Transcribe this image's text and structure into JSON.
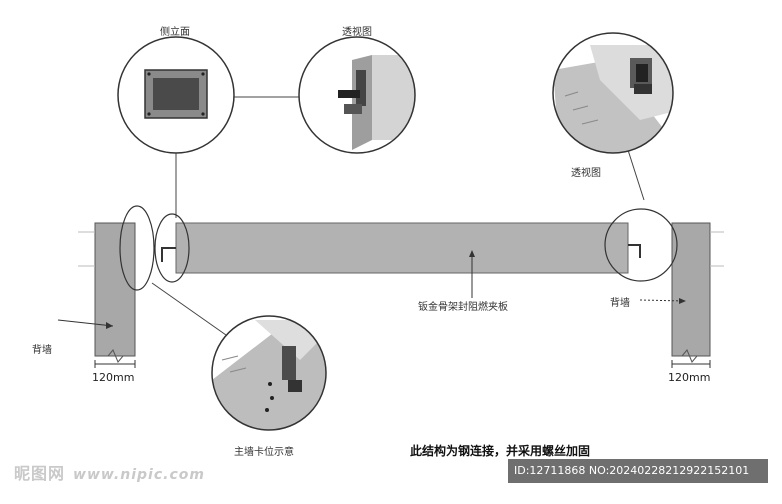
{
  "labels": {
    "side_elevation": "侧立面",
    "perspective_top": "透视图",
    "perspective_right": "透视图",
    "panel": "钣金骨架封阻燃夹板",
    "back_wall_left": "背墙",
    "back_wall_right": "背墙",
    "dim_left": "120mm",
    "dim_right": "120mm",
    "main_wall_slot": "主墙卡位示意",
    "connection_note": "此结构为钢连接，并采用螺丝加固"
  },
  "watermark": {
    "site_brand": "昵图网",
    "site_url": "www.nipic.com",
    "image_id": "ID:12711868 NO:20240228212922152101"
  },
  "colors": {
    "wall": "#a8a8a8",
    "panel": "#b2b2b2",
    "outline": "#444444",
    "bracket": "#444444"
  }
}
